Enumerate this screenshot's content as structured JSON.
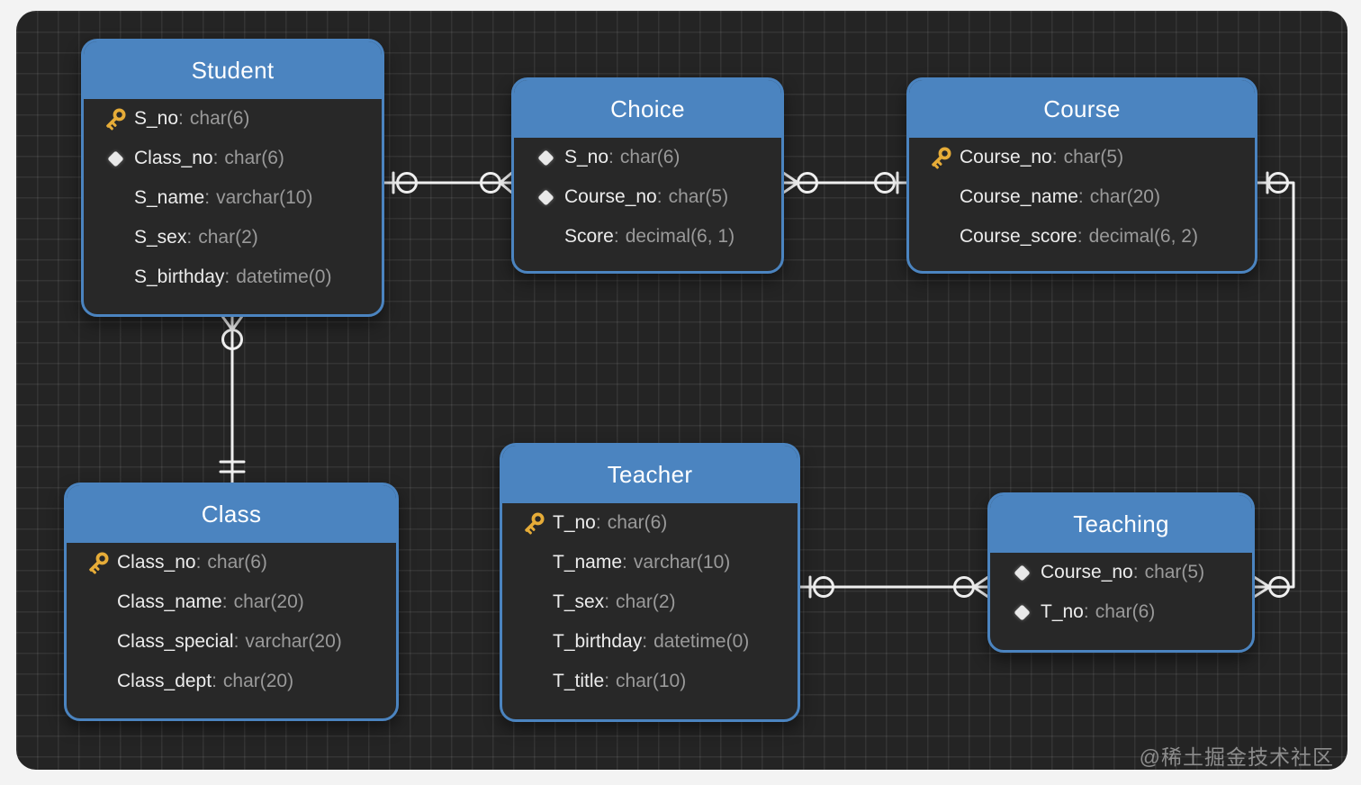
{
  "sep": ":",
  "canvas": {
    "watermark": "@稀土掘金技术社区"
  },
  "colors": {
    "header_blue": "#4b84c0",
    "entity_body": "#282828",
    "canvas_bg": "#242424",
    "wire": "#efefef",
    "key_gold": "#e6ac38",
    "field_name": "#ececec",
    "field_type": "#9a9a9a"
  },
  "entities": [
    {
      "title": "Student",
      "fields": [
        {
          "icon": "key-icon",
          "name": "S_no",
          "type": "char(6)"
        },
        {
          "icon": "diamond-icon",
          "name": "Class_no",
          "type": "char(6)"
        },
        {
          "icon": "",
          "name": "S_name",
          "type": "varchar(10)"
        },
        {
          "icon": "",
          "name": "S_sex",
          "type": "char(2)"
        },
        {
          "icon": "",
          "name": "S_birthday",
          "type": "datetime(0)"
        }
      ]
    },
    {
      "title": "Choice",
      "fields": [
        {
          "icon": "diamond-icon",
          "name": "S_no",
          "type": "char(6)"
        },
        {
          "icon": "diamond-icon",
          "name": "Course_no",
          "type": "char(5)"
        },
        {
          "icon": "",
          "name": "Score",
          "type": "decimal(6, 1)"
        }
      ]
    },
    {
      "title": "Course",
      "fields": [
        {
          "icon": "key-icon",
          "name": "Course_no",
          "type": "char(5)"
        },
        {
          "icon": "",
          "name": "Course_name",
          "type": "char(20)"
        },
        {
          "icon": "",
          "name": "Course_score",
          "type": "decimal(6, 2)"
        }
      ]
    },
    {
      "title": "Class",
      "fields": [
        {
          "icon": "key-icon",
          "name": "Class_no",
          "type": "char(6)"
        },
        {
          "icon": "",
          "name": "Class_name",
          "type": "char(20)"
        },
        {
          "icon": "",
          "name": "Class_special",
          "type": "varchar(20)"
        },
        {
          "icon": "",
          "name": "Class_dept",
          "type": "char(20)"
        }
      ]
    },
    {
      "title": "Teacher",
      "fields": [
        {
          "icon": "key-icon",
          "name": "T_no",
          "type": "char(6)"
        },
        {
          "icon": "",
          "name": "T_name",
          "type": "varchar(10)"
        },
        {
          "icon": "",
          "name": "T_sex",
          "type": "char(2)"
        },
        {
          "icon": "",
          "name": "T_birthday",
          "type": "datetime(0)"
        },
        {
          "icon": "",
          "name": "T_title",
          "type": "char(10)"
        }
      ]
    },
    {
      "title": "Teaching",
      "fields": [
        {
          "icon": "diamond-icon",
          "name": "Course_no",
          "type": "char(5)"
        },
        {
          "icon": "diamond-icon",
          "name": "T_no",
          "type": "char(6)"
        }
      ]
    }
  ],
  "relationships": [
    {
      "from": "Student",
      "to": "Choice",
      "from_end": "one (bar + ring)",
      "to_end": "many (ring + crow-foot)"
    },
    {
      "from": "Course",
      "to": "Choice",
      "from_end": "one (bar + ring)",
      "to_end": "many (ring + crow-foot)"
    },
    {
      "from": "Class",
      "to": "Student",
      "from_end": "one (double bar)",
      "to_end": "many (ring + crow-foot)"
    },
    {
      "from": "Teacher",
      "to": "Teaching",
      "from_end": "one (bar + ring)",
      "to_end": "many (ring + crow-foot)"
    },
    {
      "from": "Course",
      "to": "Teaching",
      "from_end": "one (bar + ring)",
      "to_end": "many (ring + crow-foot)"
    }
  ]
}
